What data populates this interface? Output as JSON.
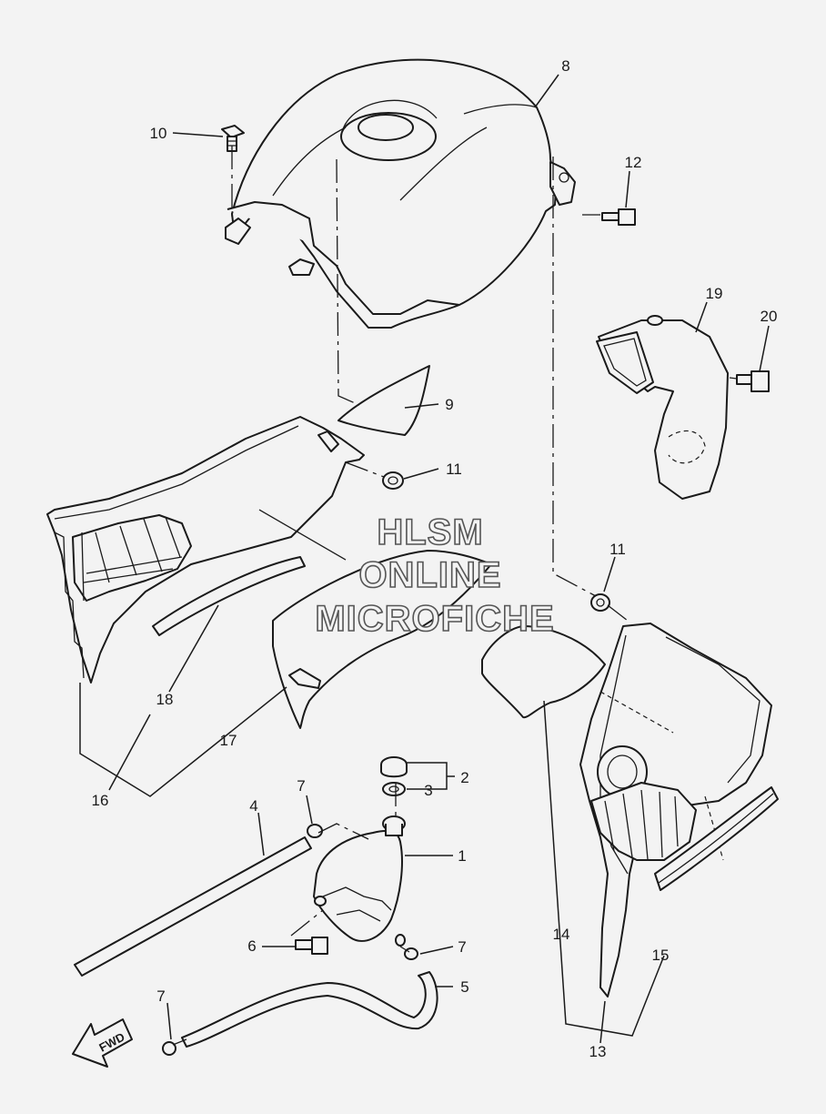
{
  "watermark": {
    "line1": "HLSM",
    "line2": "ONLINE",
    "line3": "MICROFICHE"
  },
  "direction_arrow": {
    "label": "FWD"
  },
  "callouts": {
    "c1": "1",
    "c2": "2",
    "c3": "3",
    "c4": "4",
    "c5": "5",
    "c6": "6",
    "c7a": "7",
    "c7b": "7",
    "c7c": "7",
    "c8": "8",
    "c9": "9",
    "c10": "10",
    "c11a": "11",
    "c11b": "11",
    "c12": "12",
    "c13": "13",
    "c14": "14",
    "c15": "15",
    "c16": "16",
    "c17": "17",
    "c18": "18",
    "c19": "19",
    "c20": "20"
  }
}
